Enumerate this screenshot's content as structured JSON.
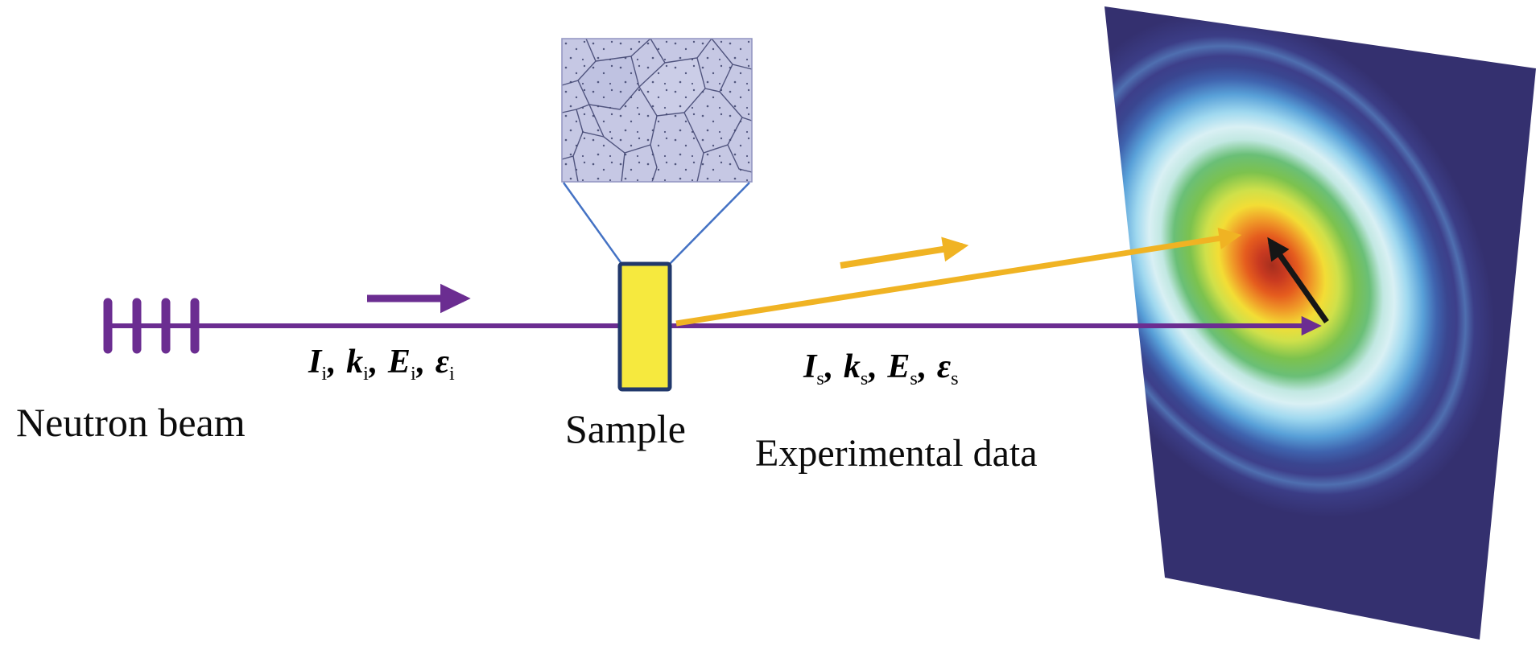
{
  "figure": {
    "captions": {
      "neutron_beam": "Neutron beam",
      "sample": "Sample",
      "experimental_data": "Experimental data"
    },
    "annotations": {
      "separator": ", ",
      "incident": {
        "segments": [
          {
            "sym": "I",
            "sub": "i"
          },
          {
            "sym": "k",
            "sub": "i"
          },
          {
            "sym": "E",
            "sub": "i"
          },
          {
            "sym": "ε",
            "sub": "i"
          }
        ]
      },
      "scattered": {
        "segments": [
          {
            "sym": "I",
            "sub": "s"
          },
          {
            "sym": "k",
            "sub": "s"
          },
          {
            "sym": "E",
            "sub": "s"
          },
          {
            "sym": "ε",
            "sub": "s"
          }
        ]
      }
    },
    "colors": {
      "beam_purple": "#6b2d91",
      "scatter_arrow_yellow": "#f0b323",
      "sample_fill_yellow": "#f6e93e",
      "sample_border_navy": "#21386b",
      "inset_callout_blue": "#4472c4",
      "detector_background_indigo": "#34306f",
      "momentum_arrow_black": "#161616",
      "detector_colormap_center_to_edge": [
        "#a62e1e",
        "#e55c1e",
        "#f3dd35",
        "#7cc24e",
        "#d9f0f4",
        "#58a0d8",
        "#3a4690",
        "#34306f"
      ]
    }
  }
}
